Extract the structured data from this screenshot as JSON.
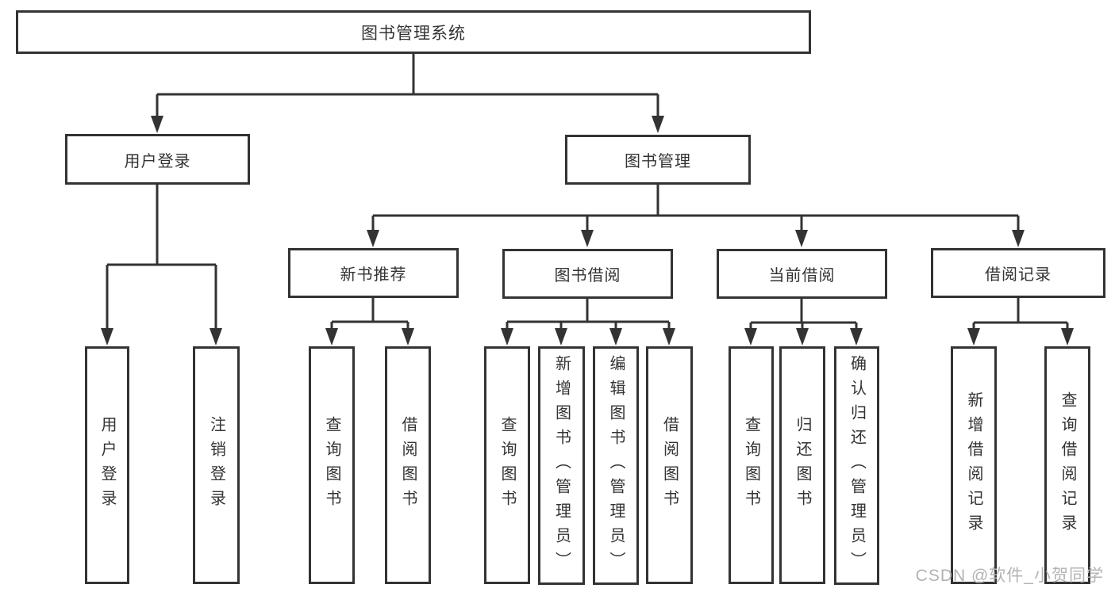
{
  "diagram": {
    "root": "图书管理系统",
    "branches": [
      {
        "label": "用户登录",
        "leaves": [
          "用户登录",
          "注销登录"
        ]
      },
      {
        "label": "图书管理",
        "sections": [
          {
            "label": "新书推荐",
            "leaves": [
              "查询图书",
              "借阅图书"
            ]
          },
          {
            "label": "图书借阅",
            "leaves": [
              "查询图书",
              "新增图书（管理员）",
              "编辑图书（管理员）",
              "借阅图书"
            ]
          },
          {
            "label": "当前借阅",
            "leaves": [
              "查询图书",
              "归还图书",
              "确认归还（管理员）"
            ]
          },
          {
            "label": "借阅记录",
            "leaves": [
              "新增借阅记录",
              "查询借阅记录"
            ]
          }
        ]
      }
    ]
  },
  "watermark": "CSDN @软件_小贺同学",
  "colors": {
    "line": "#333333",
    "text": "#333333",
    "watermark": "#b3b3b3",
    "background": "#ffffff"
  }
}
